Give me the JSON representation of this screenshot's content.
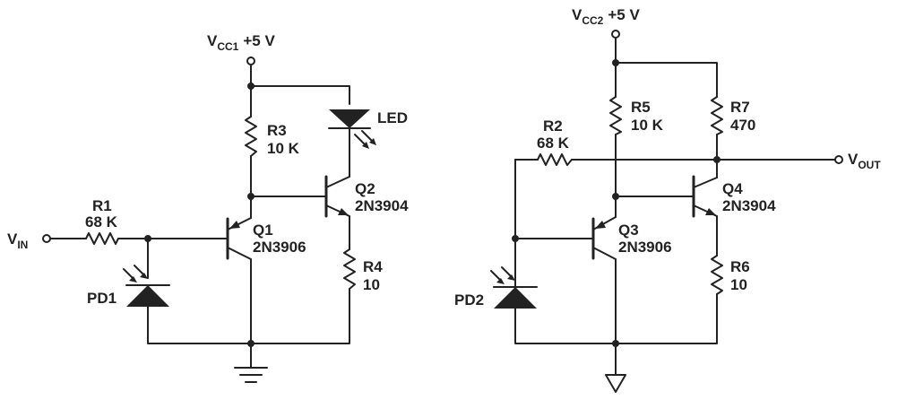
{
  "circuit1": {
    "supply": {
      "main": "V",
      "sub": "CC1",
      "value": "+5 V"
    },
    "input": {
      "main": "V",
      "sub": "IN"
    },
    "r1": {
      "name": "R1",
      "value": "68 K"
    },
    "r3": {
      "name": "R3",
      "value": "10 K"
    },
    "r4": {
      "name": "R4",
      "value": "10"
    },
    "led": {
      "name": "LED"
    },
    "pd1": {
      "name": "PD1"
    },
    "q1": {
      "name": "Q1",
      "part": "2N3906"
    },
    "q2": {
      "name": "Q2",
      "part": "2N3904"
    }
  },
  "circuit2": {
    "supply": {
      "main": "V",
      "sub": "CC2",
      "value": "+5 V"
    },
    "output": {
      "main": "V",
      "sub": "OUT"
    },
    "r2": {
      "name": "R2",
      "value": "68 K"
    },
    "r5": {
      "name": "R5",
      "value": "10 K"
    },
    "r6": {
      "name": "R6",
      "value": "10"
    },
    "r7": {
      "name": "R7",
      "value": "470"
    },
    "pd2": {
      "name": "PD2"
    },
    "q3": {
      "name": "Q3",
      "part": "2N3906"
    },
    "q4": {
      "name": "Q4",
      "part": "2N3904"
    }
  }
}
